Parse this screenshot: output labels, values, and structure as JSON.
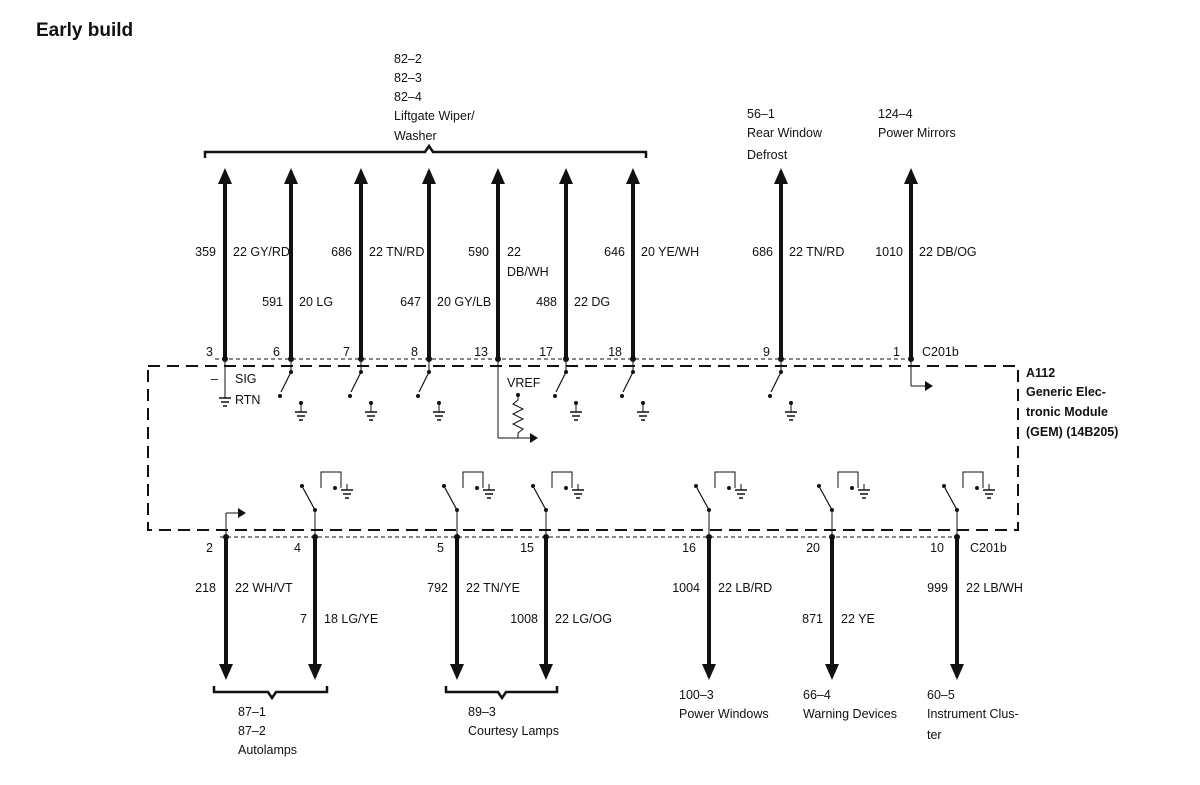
{
  "title": "Early build",
  "module": {
    "id": "A112",
    "name_lines": [
      "Generic Elec-",
      "tronic Module",
      "(GEM) (14B205)"
    ],
    "connector_top": "C201b",
    "connector_bottom": "C201b"
  },
  "top_circuits": [
    {
      "pin": "3",
      "circuit": "359",
      "wire": "22 GY/RD"
    },
    {
      "pin": "6",
      "circuit": "591",
      "wire": "20 LG"
    },
    {
      "pin": "7",
      "circuit": "686",
      "wire": "22 TN/RD"
    },
    {
      "pin": "8",
      "circuit": "647",
      "wire": "20 GY/LB"
    },
    {
      "pin": "13",
      "circuit": "590",
      "wire": "22",
      "wire2": "DB/WH"
    },
    {
      "pin": "17",
      "circuit": "488",
      "wire": "22 DG"
    },
    {
      "pin": "18",
      "circuit": "646",
      "wire": "20 YE/WH"
    },
    {
      "pin": "9",
      "circuit": "686",
      "wire": "22 TN/RD"
    },
    {
      "pin": "1",
      "circuit": "1010",
      "wire": "22 DB/OG"
    }
  ],
  "bottom_circuits": [
    {
      "pin": "2",
      "circuit": "218",
      "wire": "22 WH/VT"
    },
    {
      "pin": "4",
      "circuit": "7",
      "wire": "18 LG/YE"
    },
    {
      "pin": "5",
      "circuit": "792",
      "wire": "22 TN/YE"
    },
    {
      "pin": "15",
      "circuit": "1008",
      "wire": "22 LG/OG"
    },
    {
      "pin": "16",
      "circuit": "1004",
      "wire": "22 LB/RD"
    },
    {
      "pin": "20",
      "circuit": "871",
      "wire": "22 YE"
    },
    {
      "pin": "10",
      "circuit": "999",
      "wire": "22 LB/WH"
    }
  ],
  "top_destinations": [
    {
      "lines": [
        "82–2",
        "82–3",
        "82–4",
        "Liftgate Wiper/",
        "Washer"
      ]
    },
    {
      "lines": [
        "56–1",
        "Rear Window",
        "Defrost"
      ]
    },
    {
      "lines": [
        "124–4",
        "Power Mirrors"
      ]
    }
  ],
  "bottom_destinations": [
    {
      "lines": [
        "87–1",
        "87–2",
        "Autolamps"
      ]
    },
    {
      "lines": [
        "89–3",
        "Courtesy Lamps"
      ]
    },
    {
      "lines": [
        "100–3",
        "Power Windows"
      ]
    },
    {
      "lines": [
        "66–4",
        "Warning Devices"
      ]
    },
    {
      "lines": [
        "60–5",
        "Instrument Clus-",
        "ter"
      ]
    }
  ],
  "internal": {
    "sig_minus": "–",
    "sig": "SIG",
    "rtn": "RTN",
    "vref": "VREF"
  }
}
